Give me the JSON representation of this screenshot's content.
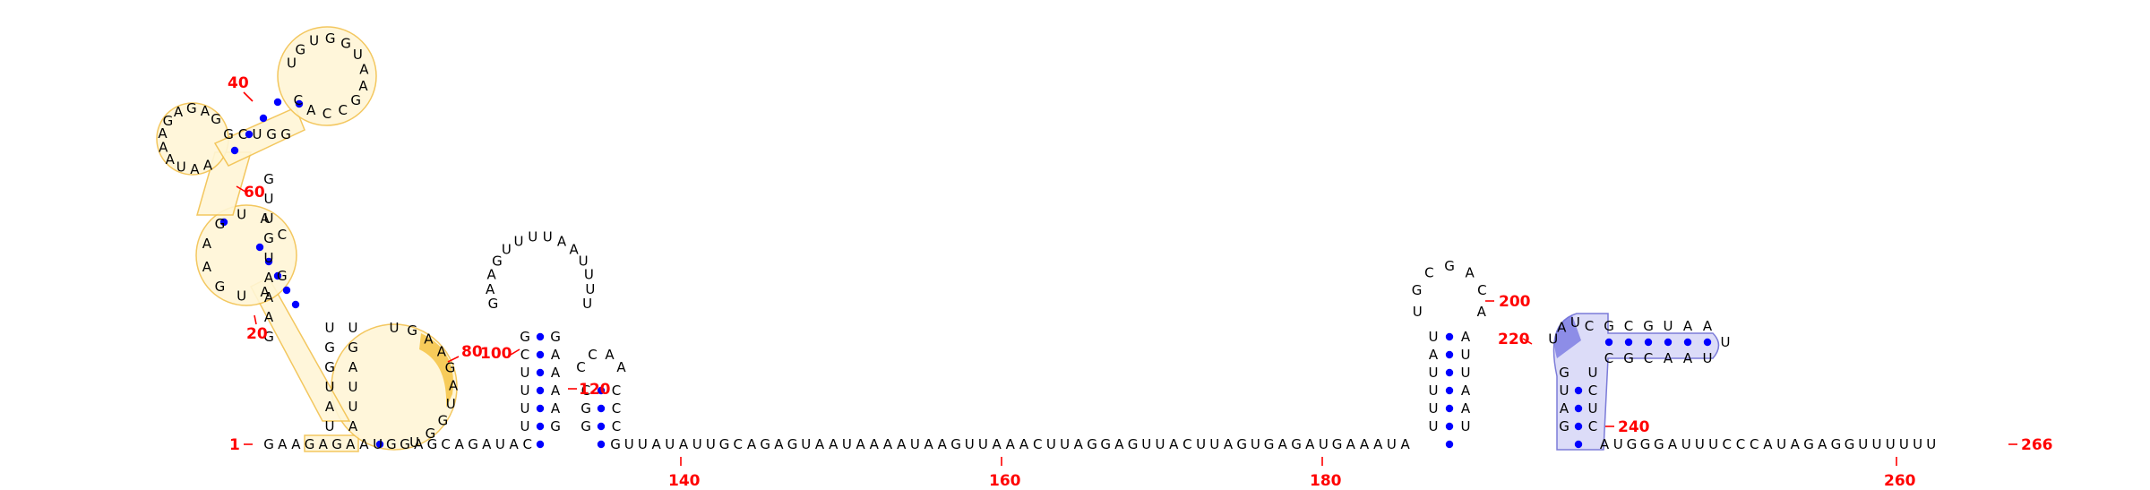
{
  "colors": {
    "nucleotide": "#000000",
    "pair_dot": "#0000ff",
    "numbering": "#ff0000",
    "highlight_yellow_fill": "#fff6d6",
    "highlight_yellow_stroke": "#f2c14e",
    "highlight_yellow_dark": "#f6c343",
    "highlight_blue_fill": "#dcdcf8",
    "highlight_blue_stroke": "#7b7bd8",
    "highlight_blue_dark": "#6b6be0"
  },
  "numbering": {
    "n1": "1",
    "n20": "20",
    "n40": "40",
    "n60": "60",
    "n80": "80",
    "n100": "100",
    "n120": "120",
    "n140": "140",
    "n160": "160",
    "n180": "180",
    "n200": "200",
    "n220": "220",
    "n240": "240",
    "n260": "260",
    "n266": "266"
  },
  "sequences": {
    "baseline_left": "GAAGAGAAUGGAGCAGAUAC",
    "baseline_right": "GUUAUAUUGCAGAGUAAUAAAAUAAGUUAAACUUAGGAGUUACUUAGUGAGAUGAAAUA",
    "baseline_tail": "AUGGGAUUUCCCAUAGAGGUUUUUU",
    "stem_h1_left": "UUUUCG",
    "stem_h1_right": "GAAAAG",
    "loop_h1": "GAAGUUUUAAUUUU",
    "stem_h2_left": "GGC",
    "stem_h2_right": "CCC",
    "loop_h2": "CCAA",
    "stem_h3_left": "UUUUAU",
    "stem_h3_right": "UAAUUA",
    "loop_h3": "UGCGACA",
    "pk_stem_left": "GAUG",
    "pk_stem_right": "CUCU",
    "pk_loop": "UAUC",
    "pk_helix_top": "GCGUAA",
    "pk_helix_bottom": "CGCAAU",
    "pk_cap": "U",
    "multiloop_text": "AAUAAAAUAAGUUAAACUUAGGAGUUAC"
  }
}
